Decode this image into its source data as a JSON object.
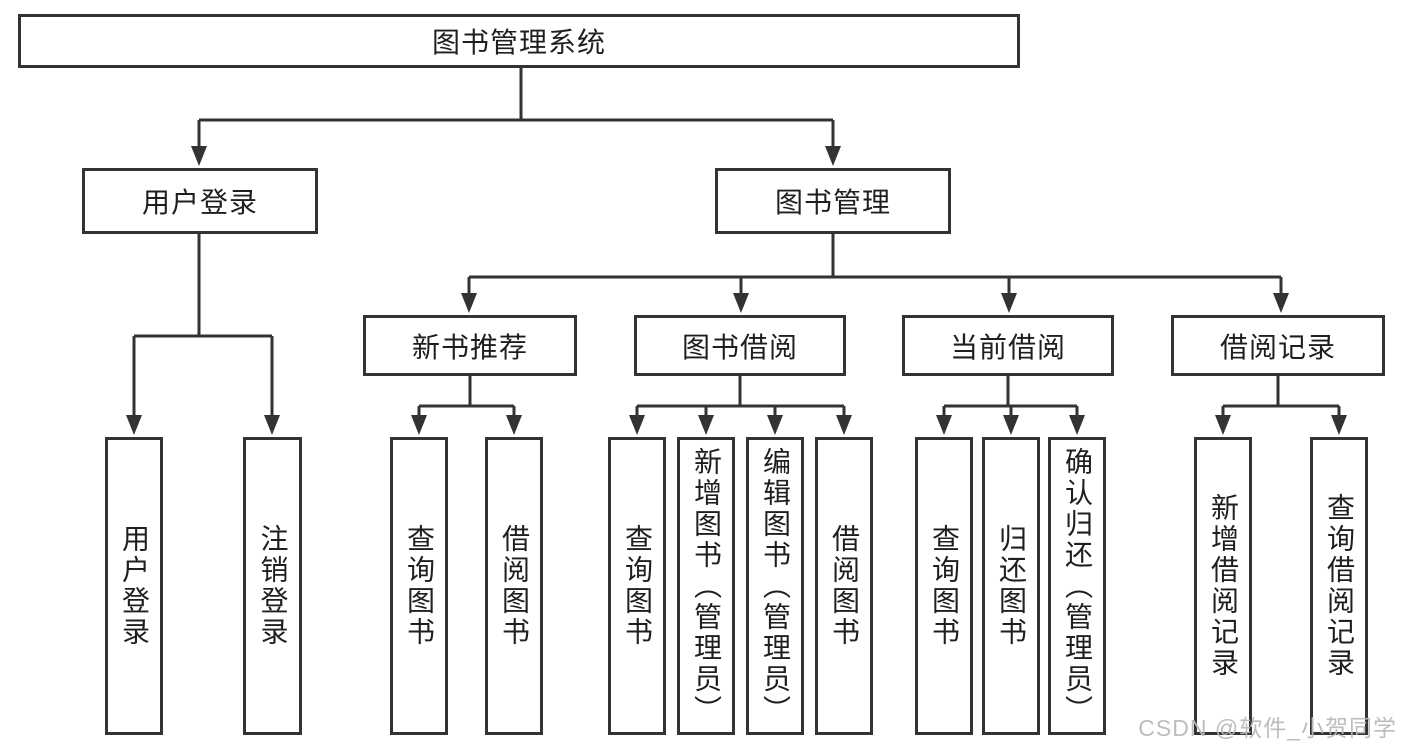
{
  "tree": {
    "label": "图书管理系统",
    "children": [
      {
        "label": "用户登录",
        "children": [
          {
            "label": "用户登录"
          },
          {
            "label": "注销登录"
          }
        ]
      },
      {
        "label": "图书管理",
        "children": [
          {
            "label": "新书推荐",
            "children": [
              {
                "label": "查询图书"
              },
              {
                "label": "借阅图书"
              }
            ]
          },
          {
            "label": "图书借阅",
            "children": [
              {
                "label": "查询图书"
              },
              {
                "label": "新增图书（管理员）"
              },
              {
                "label": "编辑图书（管理员）"
              },
              {
                "label": "借阅图书"
              }
            ]
          },
          {
            "label": "当前借阅",
            "children": [
              {
                "label": "查询图书"
              },
              {
                "label": "归还图书"
              },
              {
                "label": "确认归还（管理员）"
              }
            ]
          },
          {
            "label": "借阅记录",
            "children": [
              {
                "label": "新增借阅记录"
              },
              {
                "label": "查询借阅记录"
              }
            ]
          }
        ]
      }
    ]
  },
  "watermark": {
    "text": "CSDN @软件_小贺同学"
  },
  "colors": {
    "line": "#333333",
    "box_border": "#333333",
    "box_fill": "#ffffff",
    "text": "#1f1f1f",
    "watermark": "#b9b9b9"
  }
}
